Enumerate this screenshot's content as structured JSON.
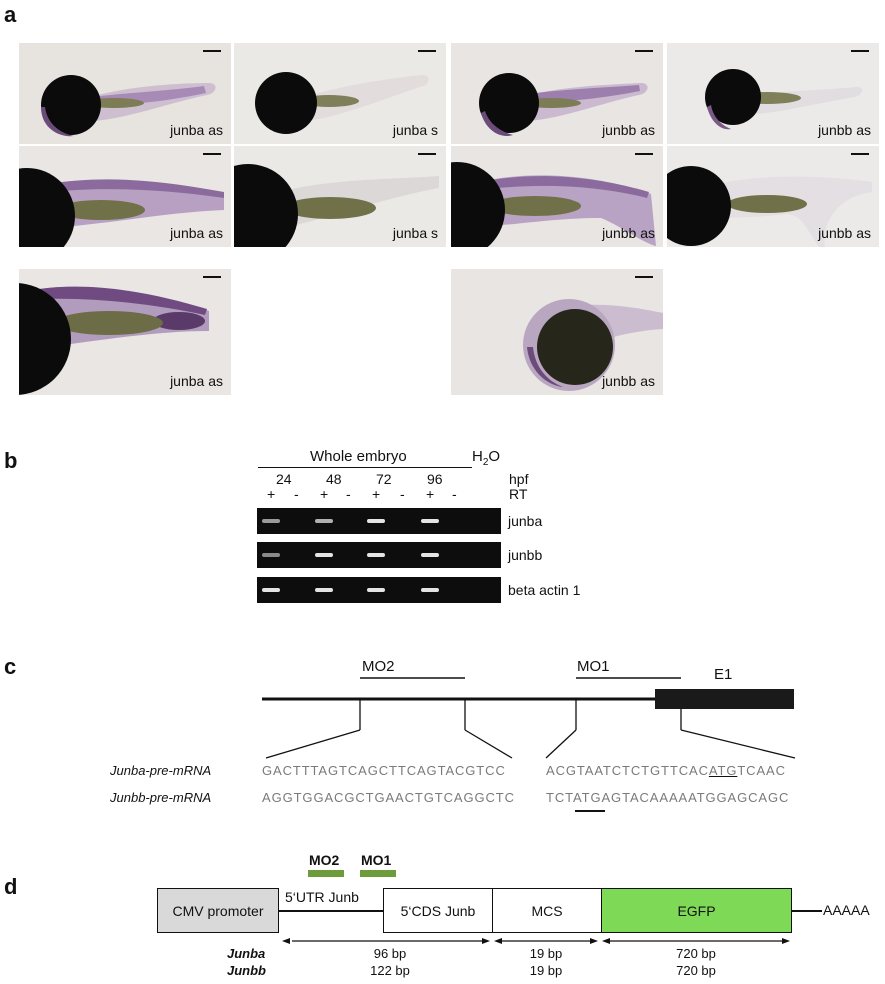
{
  "panels": {
    "a": "a",
    "b": "b",
    "c": "c",
    "d": "d"
  },
  "panel_a": {
    "rows": [
      [
        "junba as",
        "junba s",
        "junbb as",
        "junbb as"
      ],
      [
        "junba as",
        "junba s",
        "junbb as",
        "junbb as"
      ],
      [
        "junba as",
        "junbb as"
      ]
    ]
  },
  "panel_b": {
    "header": "Whole embryo",
    "water": "H",
    "water_sub": "2",
    "water_end": "O",
    "timepoints": [
      "24",
      "48",
      "72",
      "96"
    ],
    "hpf": "hpf",
    "rt": "RT",
    "plus": "+",
    "minus": "-",
    "genes": [
      "junba",
      "junbb",
      "beta actin 1"
    ]
  },
  "panel_c": {
    "mo2": "MO2",
    "mo1": "MO1",
    "e1": "E1",
    "junba_name": "Junba-pre-mRNA",
    "junbb_name": "Junbb-pre-mRNA",
    "junba_left": "GACTTTAGTCAGCTTCAGTACGTCC",
    "junbb_left": "AGGTGGACGCTGAACTGTCAGGCTC",
    "junba_right_a": "ACGTAATCTCTGTTCAC",
    "junba_right_atg": "ATG",
    "junba_right_b": "TCAAC",
    "junbb_right_a": "TCT",
    "junbb_right_atg": "ATG",
    "junbb_right_b": "AGTACAAAAATGGAGCAGC"
  },
  "panel_d": {
    "mo2": "MO2",
    "mo1": "MO1",
    "cmv": "CMV promoter",
    "utr": "5‘UTR Junb",
    "cds": "5‘CDS Junb",
    "mcs": "MCS",
    "egfp": "EGFP",
    "polya": "AAAAA",
    "junba": "Junba",
    "junbb": "Junbb",
    "junba_bp": [
      "96 bp",
      "19 bp",
      "720 bp"
    ],
    "junbb_bp": [
      "122 bp",
      "19 bp",
      "720 bp"
    ],
    "colors": {
      "cmv": "#d9d9d9",
      "egfp": "#7ed957",
      "mo_bar": "#6e9b3c"
    }
  }
}
